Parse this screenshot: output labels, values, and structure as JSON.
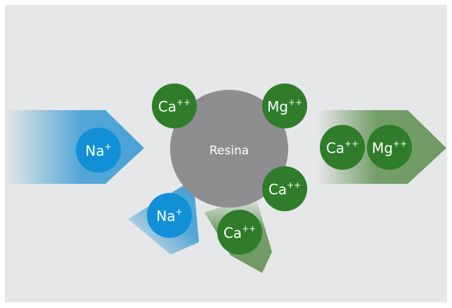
{
  "diagram": {
    "colors": {
      "background": "#e6e7e8",
      "resin": "#8e8e91",
      "na_ion": "#1190d8",
      "ca_mg_ion": "#2f7d2a",
      "blue_arrow": "#4aa3d6",
      "green_arrow": "#6f9a62"
    },
    "resin": {
      "label": "Resina"
    },
    "ions": {
      "na_main": {
        "base": "Na",
        "charge": "+"
      },
      "na_lower": {
        "base": "Na",
        "charge": "+"
      },
      "ca_top": {
        "base": "Ca",
        "charge": "++"
      },
      "mg_top": {
        "base": "Mg",
        "charge": "++"
      },
      "ca_right": {
        "base": "Ca",
        "charge": "++"
      },
      "ca_bottom": {
        "base": "Ca",
        "charge": "++"
      },
      "ca_out": {
        "base": "Ca",
        "charge": "++"
      },
      "mg_out": {
        "base": "Mg",
        "charge": "++"
      }
    }
  }
}
